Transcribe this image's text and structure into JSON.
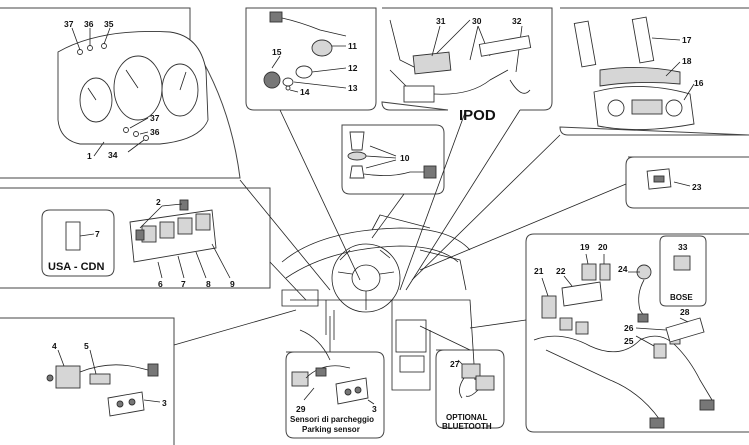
{
  "labels": {
    "n1": "1",
    "n2": "2",
    "n3a": "3",
    "n3b": "3",
    "n4": "4",
    "n5": "5",
    "n6": "6",
    "n7a": "7",
    "n7b": "7",
    "n8": "8",
    "n9": "9",
    "n10": "10",
    "n11": "11",
    "n12": "12",
    "n13": "13",
    "n14": "14",
    "n15": "15",
    "n16": "16",
    "n17": "17",
    "n18": "18",
    "n19": "19",
    "n20": "20",
    "n21": "21",
    "n22": "22",
    "n23": "23",
    "n24": "24",
    "n25": "25",
    "n26": "26",
    "n27": "27",
    "n28": "28",
    "n29": "29",
    "n30": "30",
    "n31": "31",
    "n32": "32",
    "n33": "33",
    "n34": "34",
    "n35": "35",
    "n36a": "36",
    "n36b": "36",
    "n37a": "37",
    "n37b": "37"
  },
  "captions": {
    "usa_cdn": "USA - CDN",
    "ipod": "IPOD",
    "bose": "BOSE",
    "optional": "OPTIONAL",
    "bluetooth": "BLUETOOTH",
    "sensori": "Sensori di parcheggio",
    "parking": "Parking sensor"
  }
}
